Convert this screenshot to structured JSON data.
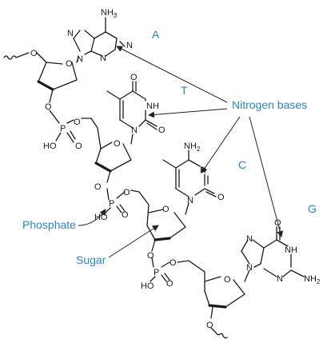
{
  "labels": {
    "base_a": "A",
    "base_t": "T",
    "base_c": "C",
    "base_g": "G",
    "nitrogen_bases": "Nitrogen bases",
    "phosphate": "Phosphate",
    "sugar": "Sugar"
  },
  "atoms": {
    "n": "N",
    "nh": "NH",
    "nh2_main": "NH",
    "nh2_sub": "2",
    "nh3_main": "NH",
    "nh3_sub": "3",
    "o": "O",
    "p": "P",
    "ho": "HO"
  },
  "colors": {
    "label": "#2b87c5",
    "structure": "#1a1a1a"
  }
}
